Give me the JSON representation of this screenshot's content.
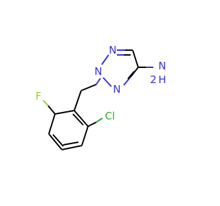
{
  "molecule": {
    "atoms": {
      "n_top": "N",
      "n_left": "N",
      "n_bottom": "N",
      "amine_n": "N",
      "amine_h2": "H",
      "fluorine": "F",
      "chlorine": "Cl"
    }
  },
  "colors": {
    "nitrogen": "#3333cc",
    "fluorine": "#99cc33",
    "chlorine": "#33aa33",
    "bond": "#000000",
    "background": "#ffffff"
  }
}
